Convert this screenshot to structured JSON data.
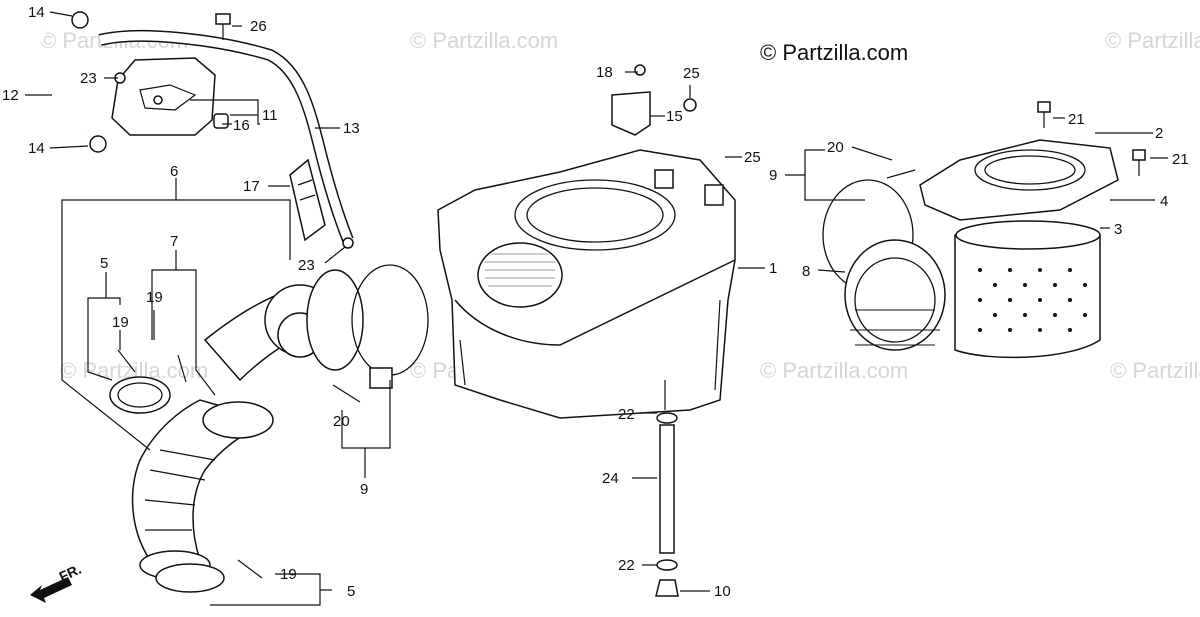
{
  "watermark": "© Partzilla.com",
  "copyright": "© Partzilla.com",
  "direction_label": "FR.",
  "callouts": {
    "c1": "1",
    "c2": "2",
    "c3": "3",
    "c4": "4",
    "c5a": "5",
    "c5b": "5",
    "c6": "6",
    "c7": "7",
    "c8": "8",
    "c9a": "9",
    "c9b": "9",
    "c10": "10",
    "c11": "11",
    "c12": "12",
    "c13": "13",
    "c14a": "14",
    "c14b": "14",
    "c15": "15",
    "c16": "16",
    "c17": "17",
    "c18": "18",
    "c19a": "19",
    "c19b": "19",
    "c19c": "19",
    "c20a": "20",
    "c20b": "20",
    "c21a": "21",
    "c21b": "21",
    "c22a": "22",
    "c22b": "22",
    "c23a": "23",
    "c23b": "23",
    "c24": "24",
    "c25a": "25",
    "c25b": "25",
    "c26": "26"
  }
}
